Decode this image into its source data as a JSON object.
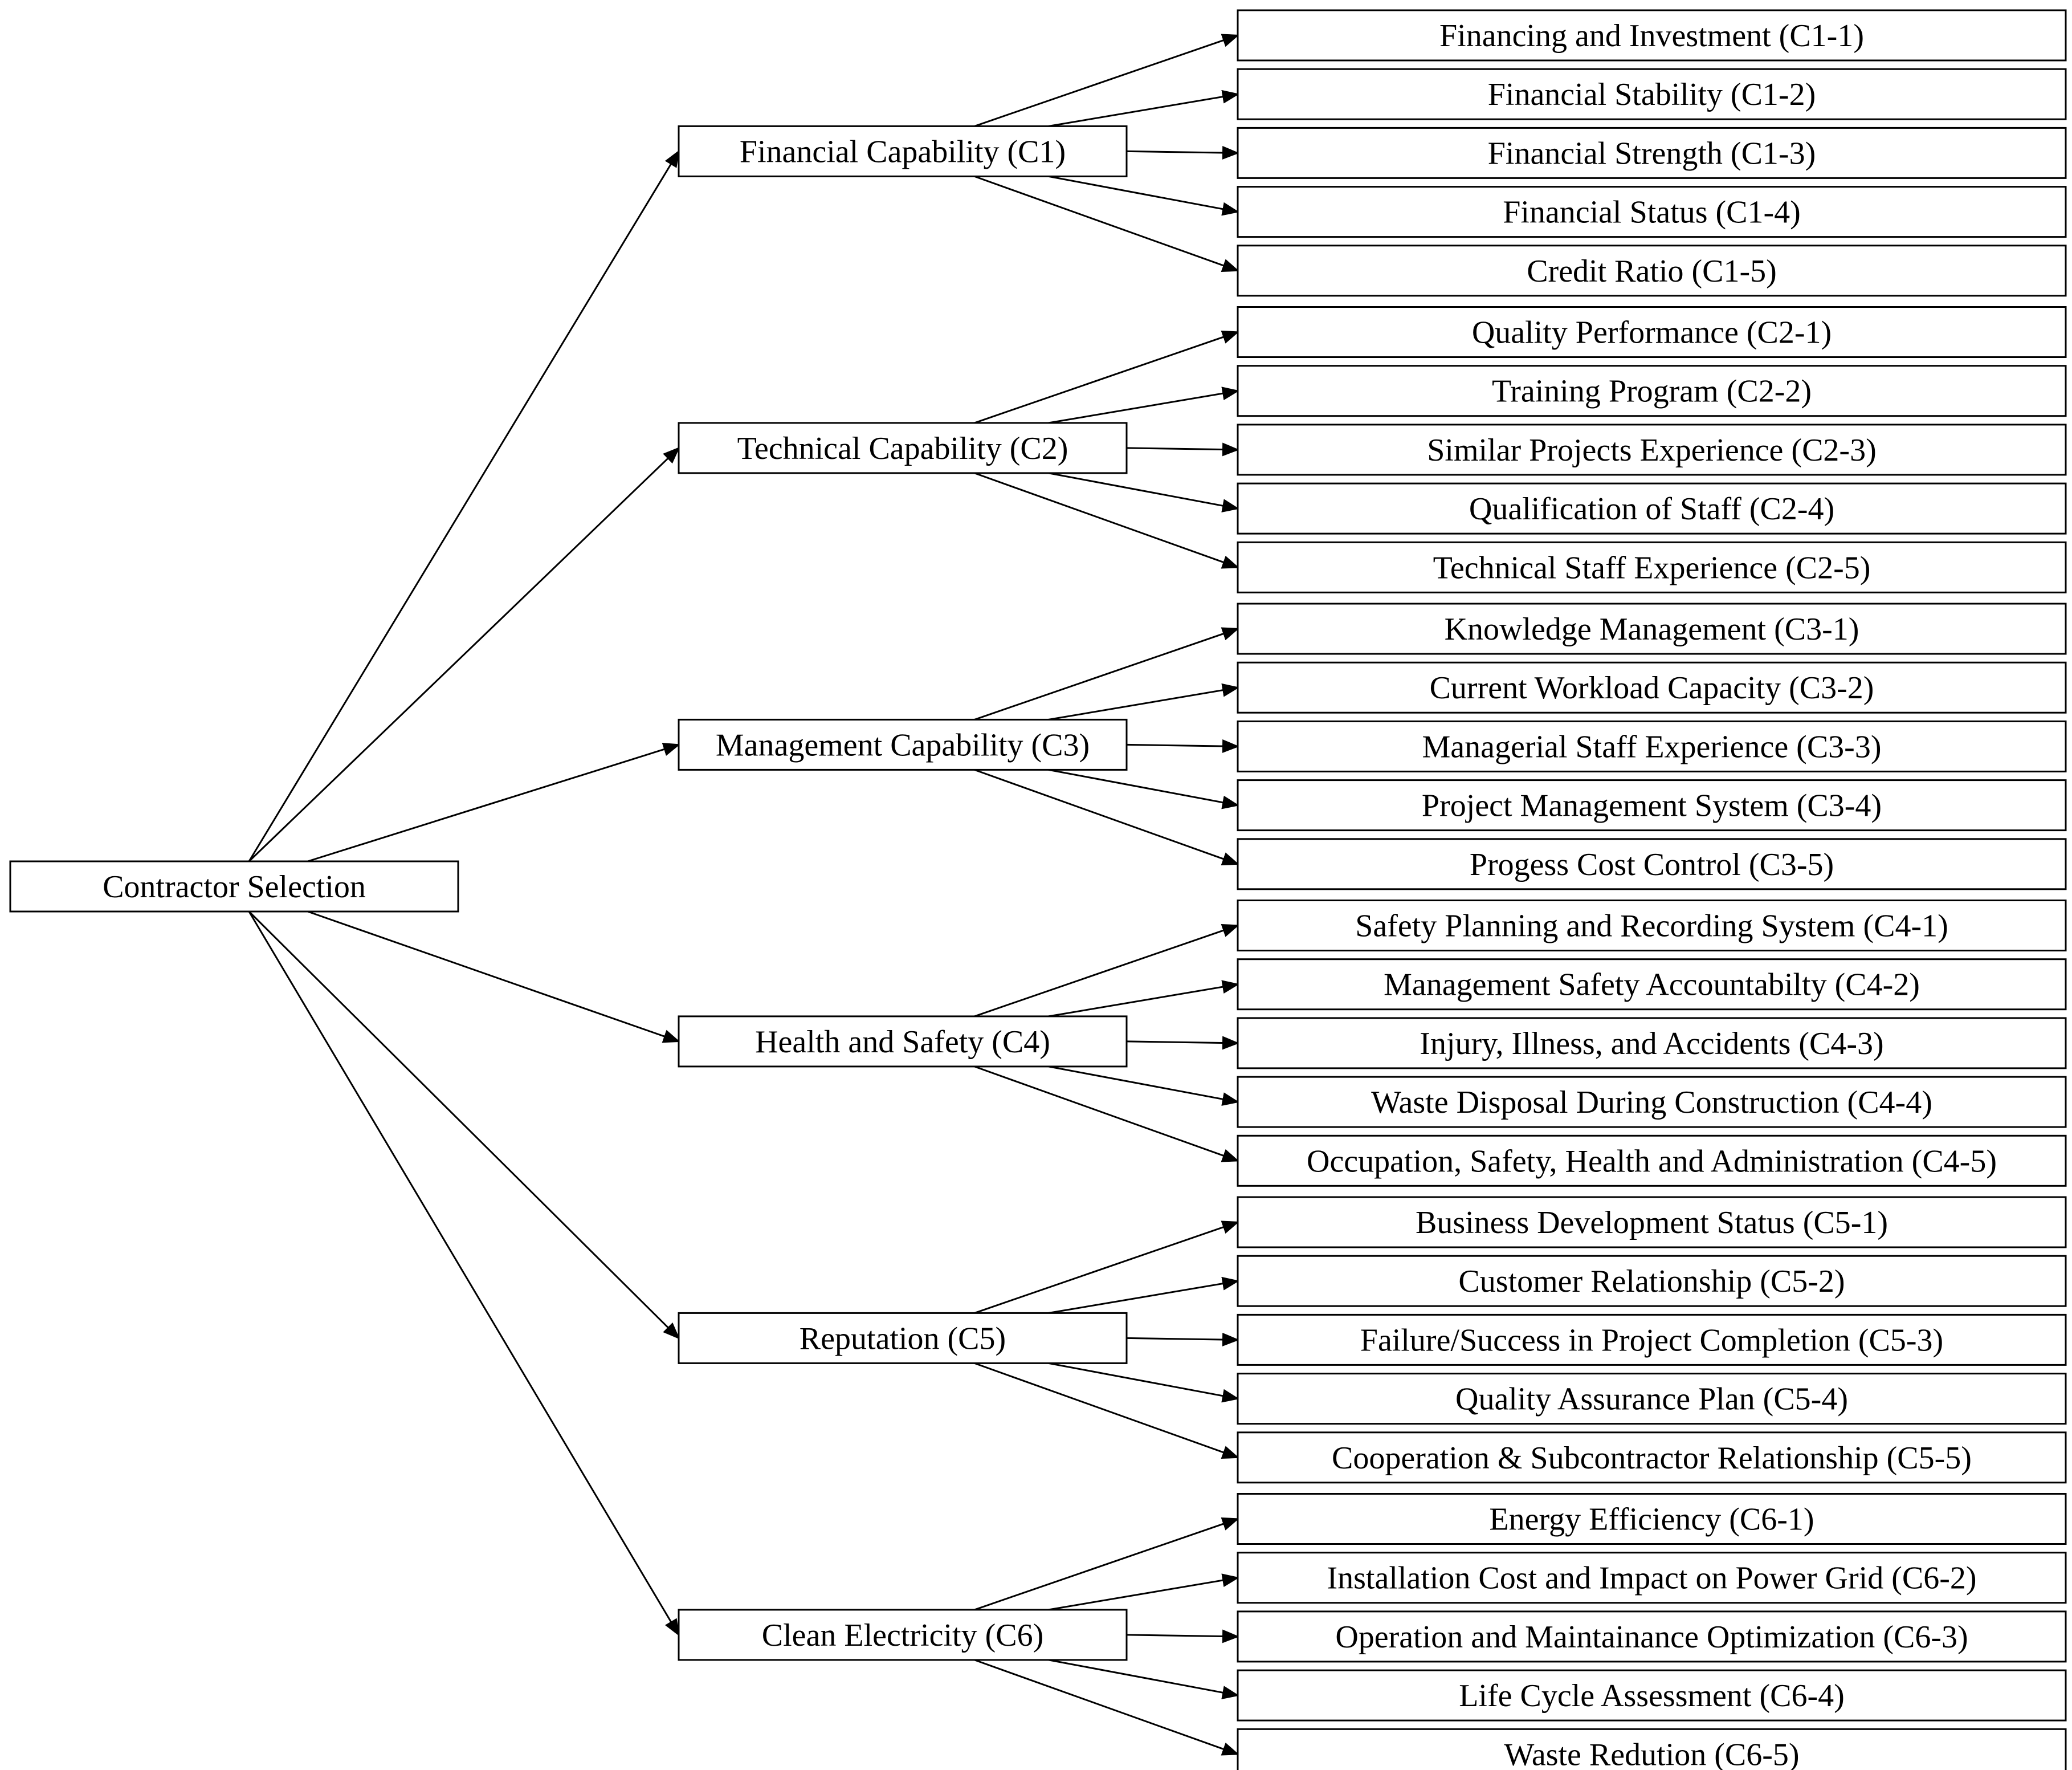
{
  "root": {
    "label": "Contractor Selection"
  },
  "criteria": [
    {
      "label": "Financial Capability (C1)",
      "subcriteria": [
        "Financing and Investment (C1-1)",
        "Financial Stability (C1-2)",
        "Financial Strength (C1-3)",
        "Financial Status (C1-4)",
        "Credit Ratio (C1-5)"
      ]
    },
    {
      "label": "Technical Capability (C2)",
      "subcriteria": [
        "Quality Performance (C2-1)",
        "Training Program (C2-2)",
        "Similar Projects Experience (C2-3)",
        "Qualification of Staff (C2-4)",
        "Technical Staff Experience (C2-5)"
      ]
    },
    {
      "label": "Management Capability (C3)",
      "subcriteria": [
        "Knowledge Management (C3-1)",
        "Current Workload Capacity (C3-2)",
        "Managerial Staff Experience (C3-3)",
        "Project Management System (C3-4)",
        "Progess Cost Control (C3-5)"
      ]
    },
    {
      "label": "Health and Safety (C4)",
      "subcriteria": [
        "Safety Planning and Recording System (C4-1)",
        "Management Safety Accountabilty (C4-2)",
        "Injury, Illness, and Accidents (C4-3)",
        "Waste Disposal During Construction (C4-4)",
        "Occupation, Safety, Health and Administration (C4-5)"
      ]
    },
    {
      "label": "Reputation (C5)",
      "subcriteria": [
        "Business Development Status (C5-1)",
        "Customer Relationship (C5-2)",
        "Failure/Success in Project Completion (C5-3)",
        "Quality Assurance Plan (C5-4)",
        "Cooperation & Subcontractor Relationship (C5-5)"
      ]
    },
    {
      "label": "Clean Electricity (C6)",
      "subcriteria": [
        "Energy Efficiency (C6-1)",
        "Installation Cost and Impact on Power Grid (C6-2)",
        "Operation and Maintainance Optimization (C6-3)",
        "Life Cycle Assessment (C6-4)",
        "Waste Redution (C6-5)"
      ]
    }
  ]
}
